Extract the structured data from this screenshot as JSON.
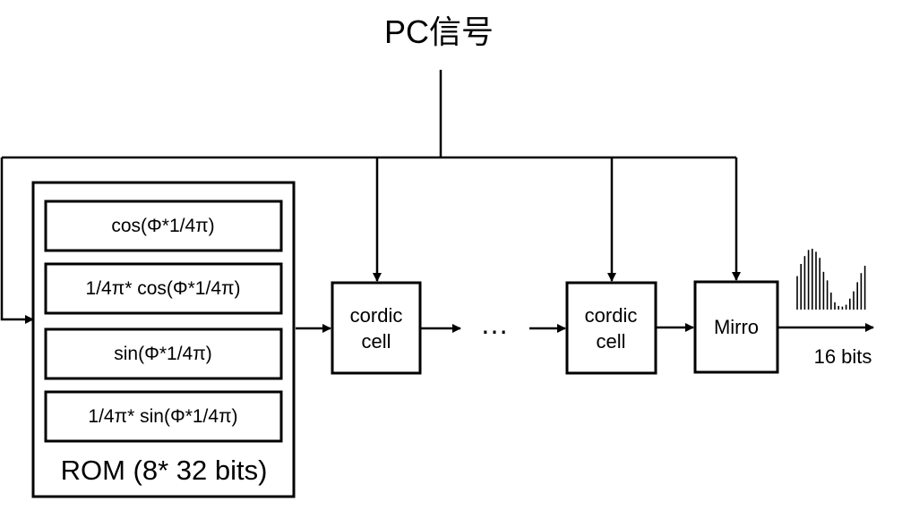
{
  "title": "PC信号",
  "rom": {
    "items": [
      "cos(Φ*1/4π)",
      "1/4π* cos(Φ*1/4π)",
      "sin(Φ*1/4π)",
      "1/4π* sin(Φ*1/4π)"
    ],
    "caption": "ROM (8* 32 bits)"
  },
  "cells": [
    {
      "line1": "cordic",
      "line2": "cell"
    },
    {
      "line1": "cordic",
      "line2": "cell"
    }
  ],
  "ellipsis": "…",
  "mirror_label": "Mirro",
  "output_label": "16 bits",
  "waveform_levels": [
    0.55,
    0.75,
    0.88,
    0.98,
    1.0,
    0.95,
    0.85,
    0.62,
    0.48,
    0.28,
    0.12,
    0.06,
    0.05,
    0.08,
    0.18,
    0.3,
    0.45,
    0.6,
    0.72
  ]
}
